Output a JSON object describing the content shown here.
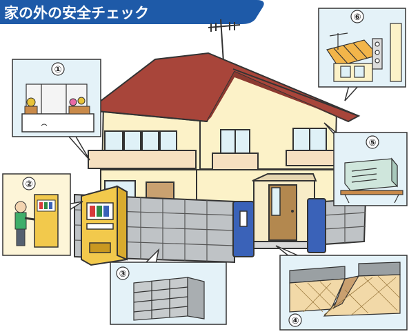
{
  "banner": {
    "title": "家の外の安全チェック"
  },
  "callouts": [
    {
      "number": "①",
      "subject": "balcony-planters"
    },
    {
      "number": "②",
      "subject": "vending-machine-person"
    },
    {
      "number": "③",
      "subject": "block-wall"
    },
    {
      "number": "④",
      "subject": "retaining-wall"
    },
    {
      "number": "⑤",
      "subject": "outdoor-ac-unit"
    },
    {
      "number": "⑥",
      "subject": "roof-antenna-signal"
    }
  ],
  "colors": {
    "banner_bg": "#1e5aa8",
    "roof": "#a8453a",
    "wall": "#fcf2c8",
    "block_wall": "#bfc3c6",
    "vending_machine": "#f2c94c",
    "gate_pillar": "#3a62b8",
    "door": "#b3884f",
    "callout_bg": "#e4f2f8"
  }
}
